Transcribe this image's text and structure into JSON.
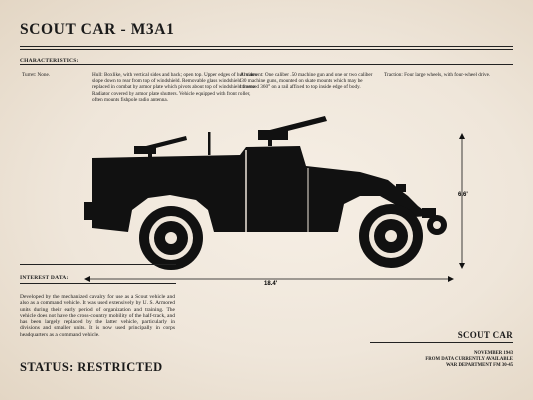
{
  "header": {
    "title": "SCOUT CAR - M3A1"
  },
  "characteristics": {
    "label": "CHARACTERISTICS:",
    "turret": "Turret: None.",
    "hull": "Hull: Boxlike, with vertical sides and back; open top. Upper edges of hull sides slope down to rear from top of windshield. Removable glass windshield replaced in combat by armor plate which pivots about top of windshield frame. Radiator covered by armor plate shutters. Vehicle equipped with front roller, often mounts fishpole radio antenna.",
    "armament": "Armament: One caliber .50 machine gun and one or two caliber .30 machine guns, mounted on skate mounts which may be traversed 360° on a rail affixed to top inside edge of body.",
    "traction": "Traction: Four large wheels, with four-wheel drive."
  },
  "drawing": {
    "length_label": "18.4'",
    "height_label": "6.6'"
  },
  "interest": {
    "label": "INTEREST DATA:",
    "text": "Developed by the mechanized cavalry for use as a Scout vehicle and also as a command vehicle. It was used extensively by U. S. Armored units during their early period of organization and training. The vehicle does not have the cross-country mobility of the half-track, and has been largely replaced by the latter vehicle, particularly in divisions and smaller units. It is now used principally in corps headquarters as a command vehicle."
  },
  "status": {
    "text": "STATUS: RESTRICTED"
  },
  "footer": {
    "name": "SCOUT CAR",
    "date": "NOVEMBER 1943",
    "source": "FROM DATA CURRENTLY AVAILABLE",
    "reference": "WAR DEPARTMENT FM 30-45"
  }
}
